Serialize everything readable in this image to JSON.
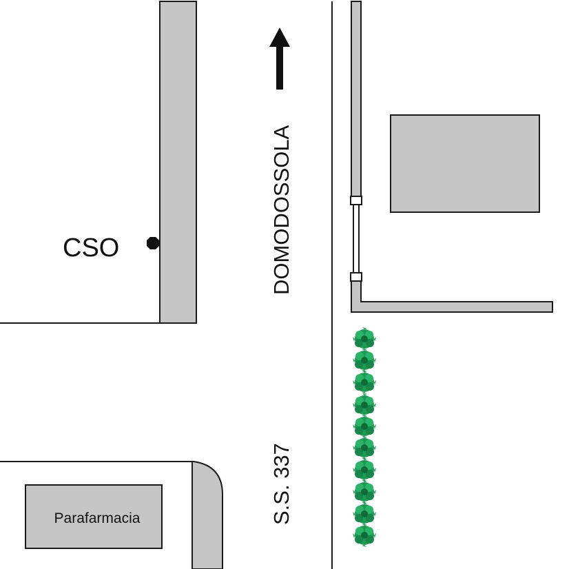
{
  "labels": {
    "cso": "CSO",
    "destination": "DOMODOSSOLA",
    "road": "S.S. 337",
    "shop": "Parafarmacia"
  },
  "icons": {
    "arrow": "north-arrow-icon",
    "marker": "octagon-marker-icon",
    "tree": "tree-icon"
  },
  "colors": {
    "building_fill": "#c6c6c6",
    "outline": "#1a1a1a",
    "tree_green": "#1f9a55",
    "tree_dark": "#0e6b37",
    "background": "#ffffff"
  }
}
